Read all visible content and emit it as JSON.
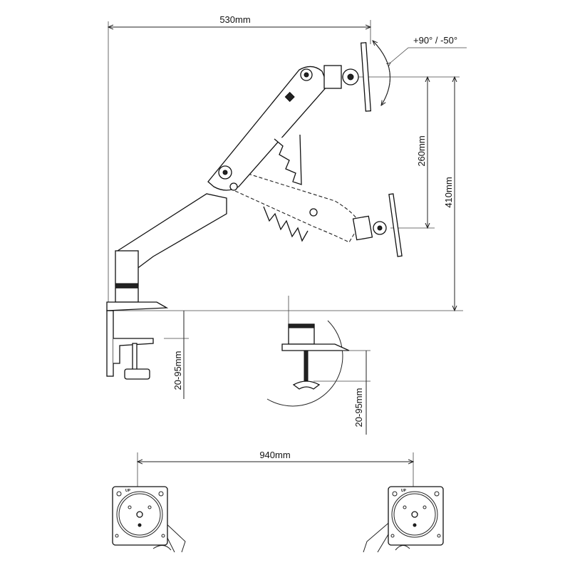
{
  "dimensions": {
    "reach": "530mm",
    "tilt": "+90° / -50°",
    "height_travel": "260mm",
    "max_height": "410mm",
    "clamp_range_left": "20-95mm",
    "clamp_range_detail": "20-95mm",
    "dual_span": "940mm"
  },
  "plate_marking": "UP",
  "colors": {
    "line": "#222222",
    "background": "#ffffff"
  }
}
